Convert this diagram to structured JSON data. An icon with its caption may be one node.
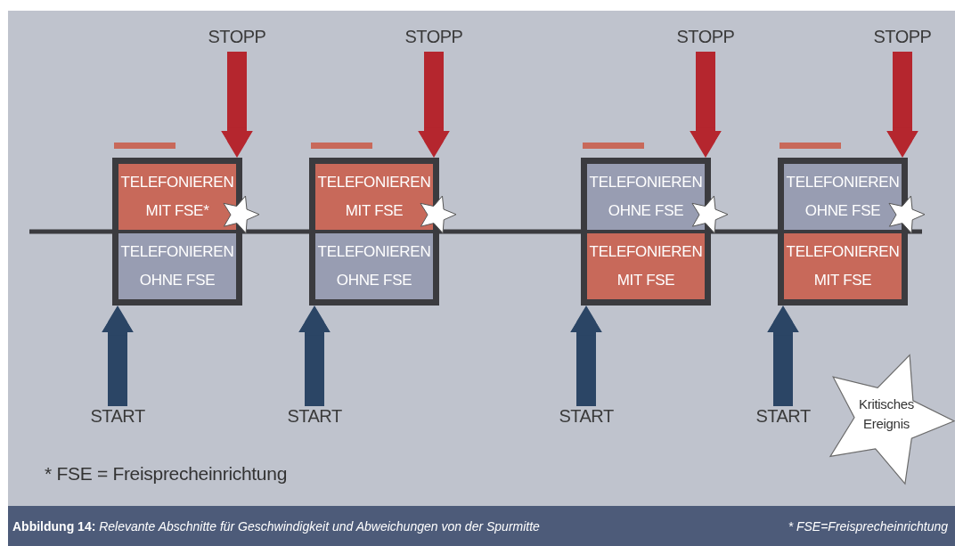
{
  "diagram": {
    "caption": "**Abbildung 14:** *Relevante Abschnitte für Geschwindigkeit und Abweichungen von der Spurmitte*",
    "nodes": [
      {
        "text": [
          "STOPP"
        ]
      },
      {
        "text": [],
        "shape": "box"
      },
      {
        "text": [
          "TELEFONIEREN MIT FSE*"
        ],
        "in": 1
      },
      {
        "text": [
          "TELEFONIEREN OHNE FSE"
        ],
        "in": 1
      },
      {
        "text": [
          "START"
        ]
      },
      {
        "text": [
          "STOPP"
        ]
      },
      {
        "text": [],
        "shape": "box"
      },
      {
        "text": [
          "TELEFONIEREN MIT FSE"
        ],
        "in": 6
      },
      {
        "text": [
          "TELEFONIEREN OHNE FSE"
        ],
        "in": 6
      },
      {
        "text": [
          "START"
        ]
      },
      {
        "text": [
          "STOPP"
        ]
      },
      {
        "text": [],
        "shape": "box"
      },
      {
        "text": [
          "TELEFONIEREN OHNE FSE"
        ],
        "in": 11
      },
      {
        "text": [
          "TELEFONIEREN MIT FSE"
        ],
        "in": 11
      },
      {
        "text": [
          "START"
        ]
      },
      {
        "text": [
          "STOPP"
        ]
      },
      {
        "text": [],
        "shape": "box"
      },
      {
        "text": [
          "TELEFONIEREN OHNE FSE"
        ],
        "in": 16
      },
      {
        "text": [
          "TELEFONIEREN MIT FSE"
        ],
        "in": 16
      },
      {
        "text": [
          "START"
        ]
      },
      {
        "text": [
          "Kritisches Ereignis"
        ]
      },
      {
        "text": [],
        "shape": "star"
      },
      {
        "text": [],
        "shape": "star"
      },
      {
        "text": [],
        "shape": "star"
      },
      {
        "text": [],
        "shape": "star"
      }
    ],
    "edges": [
      {
        "from": 0,
        "to": 1,
        "arrow": "to",
        "color": "#b5262e"
      },
      {
        "from": 4,
        "to": 1,
        "arrow": "to",
        "color": "#2b4565"
      },
      {
        "from": 5,
        "to": 6,
        "arrow": "to",
        "color": "#b5262e"
      },
      {
        "from": 9,
        "to": 6,
        "arrow": "to",
        "color": "#2b4565"
      },
      {
        "from": 10,
        "to": 11,
        "arrow": "to",
        "color": "#b5262e"
      },
      {
        "from": 14,
        "to": 11,
        "arrow": "to",
        "color": "#2b4565"
      },
      {
        "from": 15,
        "to": 16,
        "arrow": "to",
        "color": "#b5262e"
      },
      {
        "from": 19,
        "to": 16,
        "arrow": "to",
        "color": "#2b4565"
      }
    ],
    "labels": [
      "* FSE = Freisprecheinrichtung",
      "* FSE=Freisprecheinrichtung"
    ]
  }
}
